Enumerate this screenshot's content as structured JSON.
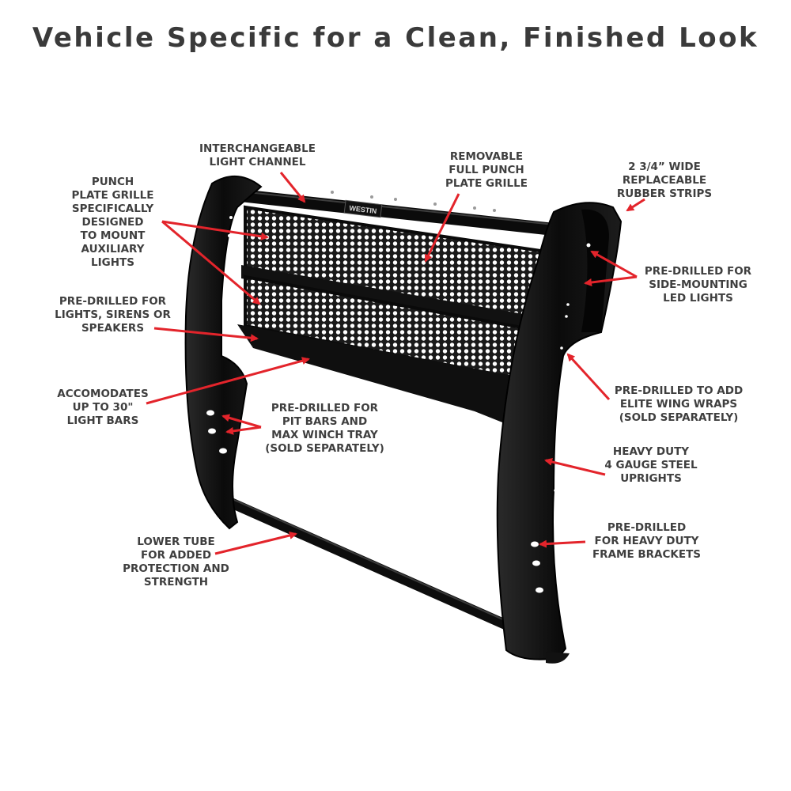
{
  "title": "Vehicle Specific for a Clean, Finished Look",
  "brand": "WESTIN",
  "colors": {
    "arrow": "#e3242b",
    "steel": "#111111",
    "text": "#3f3f3f"
  },
  "callouts": {
    "light_channel": "INTERCHANGEABLE\nLIGHT CHANNEL",
    "removable_grille": "REMOVABLE\nFULL PUNCH\nPLATE GRILLE",
    "rubber_strips": "2 3/4” WIDE\nREPLACEABLE\nRUBBER STRIPS",
    "punch_plate": "PUNCH\nPLATE GRILLE\nSPECIFICALLY\nDESIGNED\nTO MOUNT\nAUXILIARY\nLIGHTS",
    "side_led": "PRE-DRILLED FOR\nSIDE-MOUNTING\nLED LIGHTS",
    "lights_sirens": "PRE-DRILLED FOR\nLIGHTS, SIRENS OR\nSPEAKERS",
    "wing_wraps": "PRE-DRILLED TO ADD\nELITE WING WRAPS\n(SOLD SEPARATELY)",
    "light_bars": "ACCOMODATES\nUP TO 30\"\nLIGHT BARS",
    "pit_bars": "PRE-DRILLED FOR\nPIT BARS AND\nMAX WINCH TRAY\n(SOLD SEPARATELY)",
    "uprights": "HEAVY DUTY\n4 GAUGE STEEL\nUPRIGHTS",
    "frame_brackets": "PRE-DRILLED\nFOR HEAVY DUTY\nFRAME BRACKETS",
    "lower_tube": "LOWER TUBE\nFOR ADDED\nPROTECTION AND\nSTRENGTH"
  }
}
